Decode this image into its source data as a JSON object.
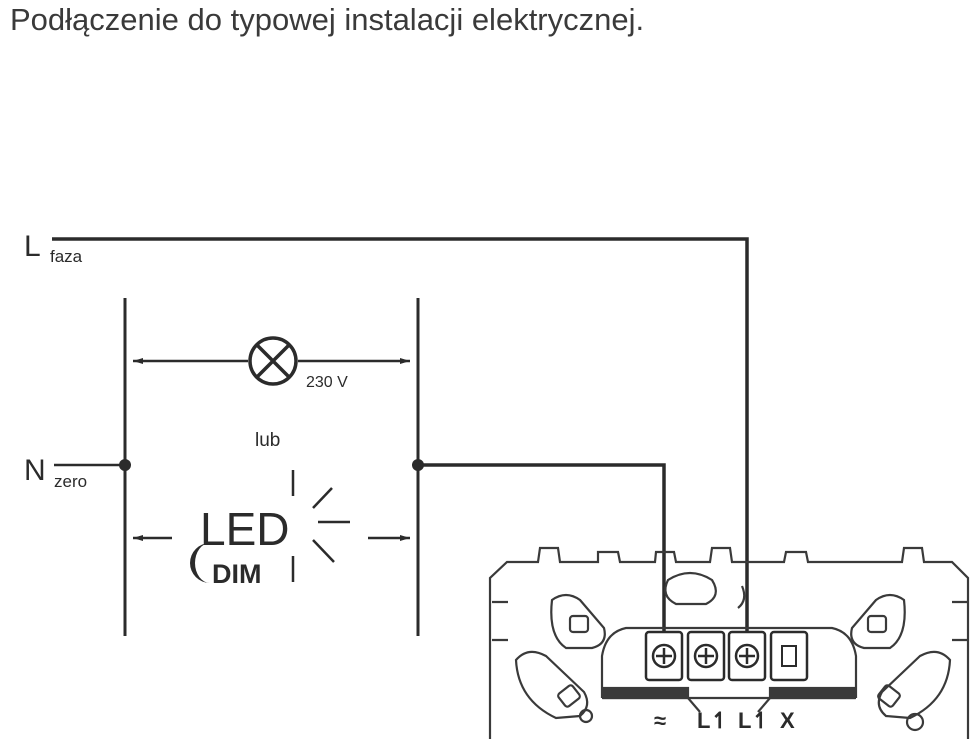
{
  "title": "Podłączenie do typowej instalacji elektrycznej.",
  "wires": {
    "phase_letter": "L",
    "phase_sub": "faza",
    "neutral_letter": "N",
    "neutral_sub": "zero"
  },
  "load": {
    "voltage": "230 V",
    "or_text": "lub",
    "led_text": "LED",
    "dim_text": "DIM"
  },
  "terminals": {
    "label_1": "≈",
    "label_2": "L↿",
    "label_3": "L↿",
    "label_4": "X"
  },
  "colors": {
    "line": "#2b2b2b",
    "outline": "#3a3a3a"
  }
}
